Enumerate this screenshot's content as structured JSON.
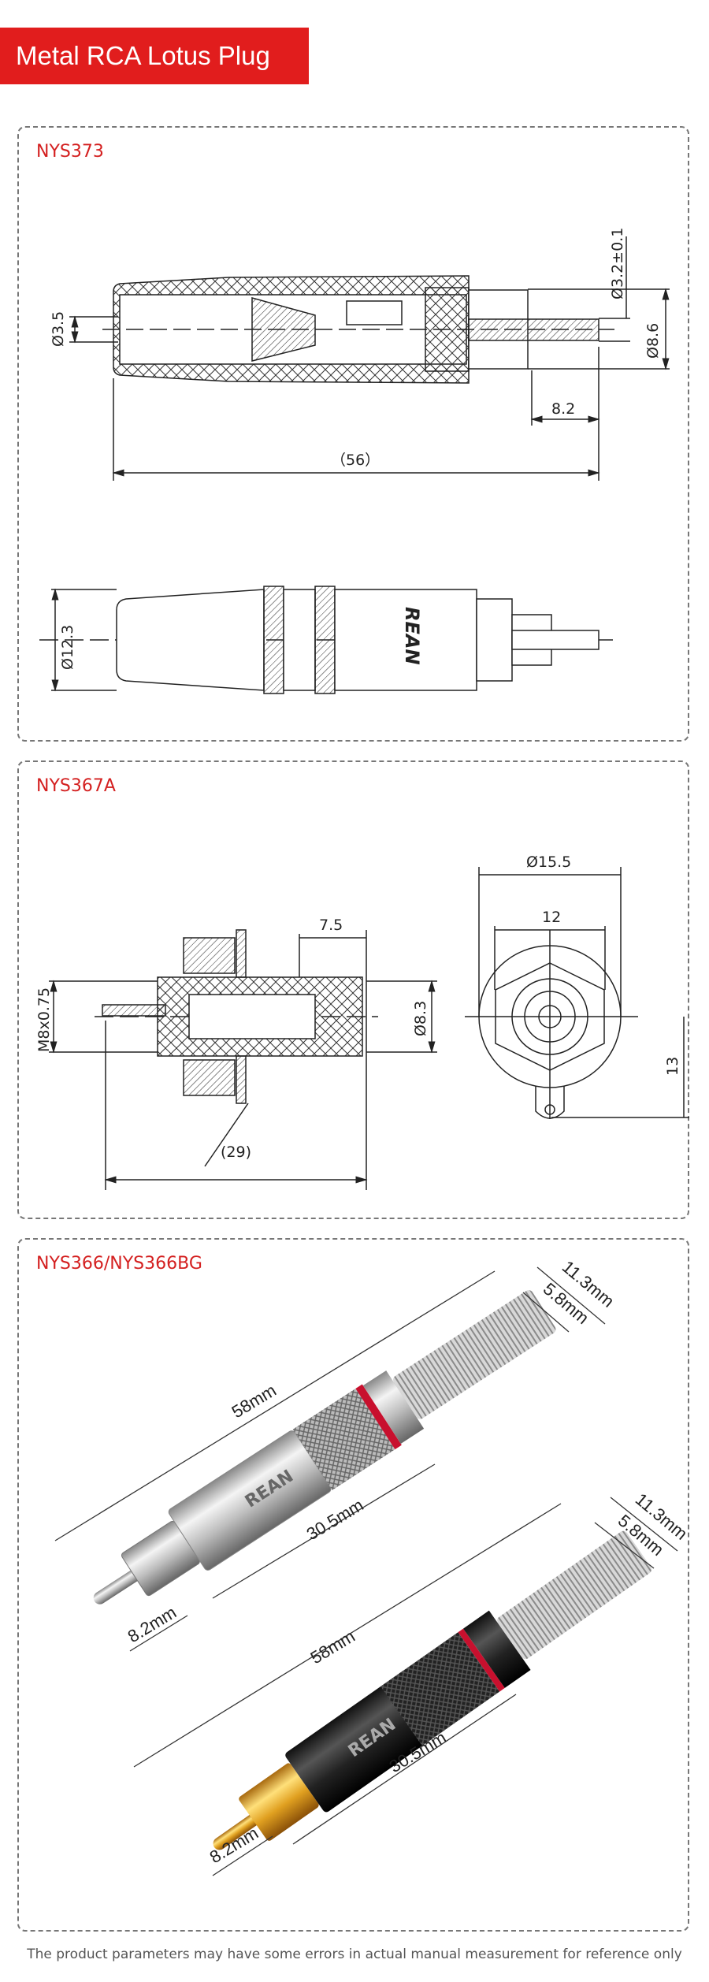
{
  "title": "Metal RCA Lotus Plug",
  "sections": [
    {
      "label": "NYS373",
      "dimensions": {
        "d_inner": "Ø3.5",
        "d_pin": "Ø3.2±0.1",
        "d_rear": "Ø8.6",
        "pin_len": "8.2",
        "total": "（56）",
        "d_body": "Ø12.3"
      },
      "brand": "REAN"
    },
    {
      "label": "NYS367A",
      "dimensions": {
        "thread": "M8x0.75",
        "front_len": "7.5",
        "d_front": "Ø8.3",
        "total": "(29)",
        "d_flange": "Ø15.5",
        "hex": "12",
        "tab": "13"
      }
    },
    {
      "label": "NYS366/NYS366BG",
      "plugs": [
        {
          "finish": "silver",
          "length": "58mm",
          "body": "30.5mm",
          "pin": "8.2mm",
          "outer": "11.3mm",
          "inner": "5.8mm",
          "brand": "REAN"
        },
        {
          "finish": "black-gold",
          "length": "58mm",
          "body": "30.5mm",
          "pin": "8.2mm",
          "outer": "11.3mm",
          "inner": "5.8mm",
          "brand": "REAN"
        }
      ]
    }
  ],
  "footer": "The product parameters may have some errors in actual manual measurement for reference only",
  "colors": {
    "accent": "#e11d1d",
    "label": "#d42020",
    "ring": "#c8102e",
    "gold": "#e0a020"
  }
}
